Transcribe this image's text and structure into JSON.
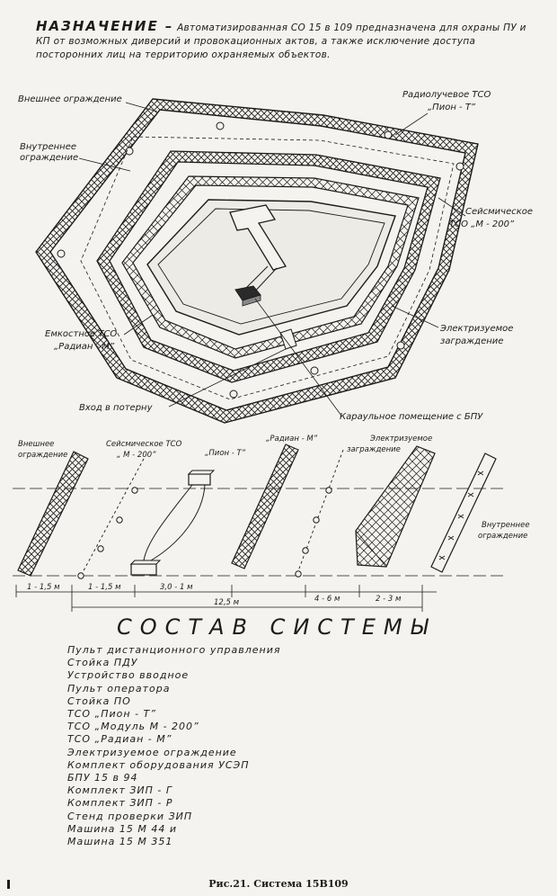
{
  "purpose": {
    "heading": "НАЗНАЧЕНИЕ –",
    "text": "Автоматизированная СО 15 в 109 предназначена для охраны ПУ и КП от возможных диверсий и провокационных актов, а также исключение доступа посторонних лиц на территорию охраняемых объектов."
  },
  "plan_labels": {
    "outer_fence": "Внешнее ограждение",
    "inner_fence_1": "Внутреннее",
    "inner_fence_2": "ограждение",
    "radiowave_1": "Радиолучевое ТСО",
    "radiowave_2": "„Пион - Т”",
    "seismic_1": "Сейсмическое",
    "seismic_2": "ТСО „М - 200”",
    "capacitive_1": "Емкостное ТСО",
    "capacitive_2": "„Радиан - М”",
    "electrified_1": "Электризуемое",
    "electrified_2": "заграждение",
    "entrance": "Вход в потерну",
    "guardroom": "Караульное помещение с БПУ"
  },
  "section_labels": {
    "outer_1": "Внешнее",
    "outer_2": "ограждение",
    "seismic_1": "Сейсмическое ТСО",
    "seismic_2": "„ М - 200”",
    "pion": "„Пион - Т”",
    "radian": "„Радиан - М”",
    "electrified_1": "Электризуемое",
    "electrified_2": "заграждение",
    "inner_1": "Внутреннее",
    "inner_2": "ограждение"
  },
  "dimensions": {
    "d1": "1 - 1,5 м",
    "d2": "1 - 1,5 м",
    "d3": "3,0 - 1 м",
    "d4": "4 - 6 м",
    "d5": "2 - 3 м",
    "total": "12,5 м"
  },
  "composition": {
    "title": "СОСТАВ СИСТЕМЫ",
    "items": [
      "Пульт дистанционного управления",
      "Стойка ПДУ",
      "Устройство вводное",
      "Пульт оператора",
      "Стойка ПО",
      "ТСО „Пион - Т”",
      "ТСО „Модуль М - 200”",
      "ТСО „Радиан - М”",
      "Электризуемое ограждение",
      "Комплект оборудования УСЭП",
      "БПУ 15 в 94",
      "Комплект ЗИП - Г",
      "Комплект ЗИП - Р",
      "Стенд проверки ЗИП",
      "Машина 15 М 44 и",
      "Машина 15 М 351"
    ]
  },
  "caption": "Рис.21. Система 15В109"
}
